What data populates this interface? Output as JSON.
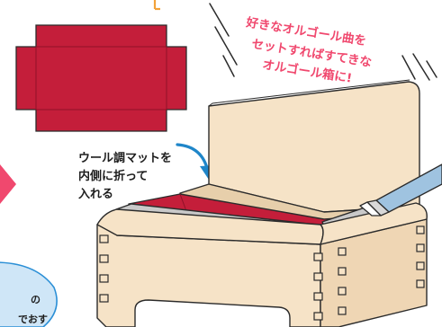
{
  "headline": {
    "lines": [
      "好きなオルゴール曲を",
      "セットすればすてきな",
      "オルゴール箱に!"
    ]
  },
  "mat_caption": {
    "lines": [
      "ウール調マットを",
      "内側に折って",
      "入れる"
    ]
  },
  "partial_bubble": {
    "lines": [
      "の",
      "でおす"
    ]
  },
  "colors": {
    "mat_red": "#c41e3a",
    "mat_red_dark": "#a8182f",
    "wood": "#f6e3c7",
    "wood_shadow": "#e7cfab",
    "outline": "#2b2b2b",
    "arrow_blue": "#1f86c9",
    "accent_pink": "#f0486e",
    "accent_orange": "#f2a23a",
    "bubble_blue": "#cfe6f7",
    "bubble_stroke": "#2b8fd6",
    "metal": "#c9c9c9",
    "pen_blue": "#9fc3e0"
  },
  "icons": {
    "arrow": "curved-arrow-icon",
    "flat_mat": "wool-mat-icon",
    "box": "wooden-box-icon",
    "glue": "glue-pen-icon"
  }
}
